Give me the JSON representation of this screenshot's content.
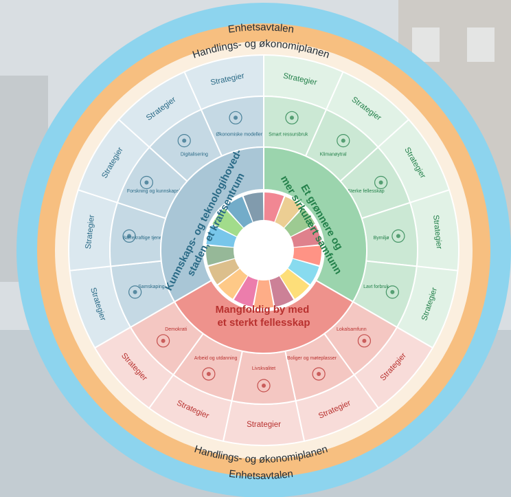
{
  "rings": {
    "outer_top": "Enhetsavtalen",
    "outer_bottom": "Enhetsavtalen",
    "middle_top": "Handlings- og økonomiplanen",
    "middle_bottom": "Handlings- og økonomiplanen"
  },
  "sectors": {
    "left": {
      "title_line1": "Kunnskaps- og teknologihoved-",
      "title_line2": "staden, et kraftsentrum",
      "color": "#2a6a86",
      "segments": [
        {
          "label": "Samskaping",
          "icon": "network-icon",
          "strategy": "Strategier"
        },
        {
          "label": "Bærekraftige tjenester",
          "icon": "robot-icon",
          "strategy": "Strategier"
        },
        {
          "label": "Forskning og kunnskapsbygging",
          "icon": "hand-pen-icon",
          "strategy": "Strategier"
        },
        {
          "label": "Digitalisering",
          "icon": "chip-icon",
          "strategy": "Strategier"
        },
        {
          "label": "Økonomiske modeller",
          "icon": "coins-icon",
          "strategy": "Strategier"
        }
      ]
    },
    "right": {
      "title_line1": "Et grønnere og",
      "title_line2": "mer sirkulært samfunn",
      "color": "#23804a",
      "segments": [
        {
          "label": "Smart ressursbruk",
          "icon": "infinity-icon",
          "strategy": "Strategier"
        },
        {
          "label": "Klimanøytral",
          "icon": "globe-icon",
          "strategy": "Strategier"
        },
        {
          "label": "Sterke fellesskap",
          "icon": "nature-icon",
          "strategy": "Strategier"
        },
        {
          "label": "Bymiljø",
          "icon": "buildings-icon",
          "strategy": "Strategier"
        },
        {
          "label": "Lavt forbruk",
          "icon": "recycle-icon",
          "strategy": "Strategier"
        }
      ]
    },
    "bottom": {
      "title_line1": "Mangfoldig by med",
      "title_line2": "et sterkt fellesskap",
      "color": "#b8312f",
      "segments": [
        {
          "label": "Lokalsamfunn",
          "icon": "people-icon",
          "strategy": "Strategier"
        },
        {
          "label": "Boliger og møteplasser",
          "icon": "house-icon",
          "strategy": "Strategier"
        },
        {
          "label": "Livskvalitet",
          "icon": "heart-icon",
          "strategy": "Strategier"
        },
        {
          "label": "Arbeid og utdanning",
          "icon": "graduation-cap-icon",
          "strategy": "Strategier"
        },
        {
          "label": "Demokrati",
          "icon": "community-icon",
          "strategy": "Strategier"
        }
      ]
    }
  },
  "colors": {
    "outer_ring": "#8dd4ee",
    "middle_ring": "#f7bf80",
    "inner_band": "#fbefdf",
    "blue_light": "#dbe8ef",
    "blue_mid": "#c5d9e4",
    "blue_dark": "#a9c6d6",
    "green_light": "#e1f2e6",
    "green_mid": "#cbe8d4",
    "green_dark": "#9bd4ad",
    "red_light": "#f8dcd9",
    "red_mid": "#f4c7c2",
    "red_dark": "#ee928c"
  },
  "sdg_colors": [
    "#e5243b",
    "#dda63a",
    "#4c9f38",
    "#c5192d",
    "#ff3a21",
    "#26bde2",
    "#fcc30b",
    "#a21942",
    "#fd6925",
    "#dd1367",
    "#fd9d24",
    "#bf8b2e",
    "#3f7e44",
    "#0a97d9",
    "#56c02b",
    "#00689d",
    "#19486a"
  ]
}
